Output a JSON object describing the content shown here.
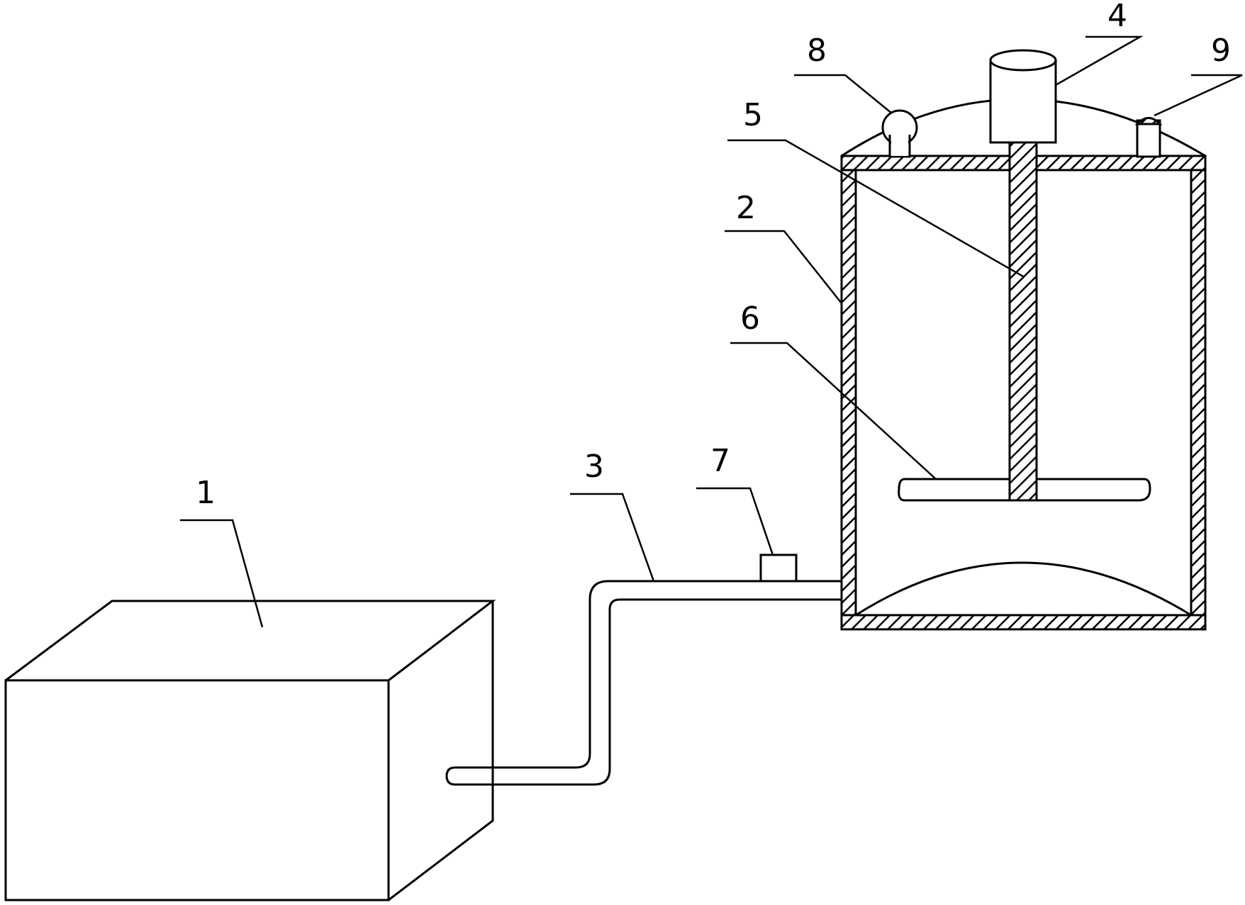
{
  "labels": {
    "1": "1",
    "2": "2",
    "3": "3",
    "4": "4",
    "5": "5",
    "6": "6",
    "7": "7",
    "8": "8",
    "9": "9"
  },
  "colors": {
    "line": "#000000",
    "background": "#ffffff"
  }
}
